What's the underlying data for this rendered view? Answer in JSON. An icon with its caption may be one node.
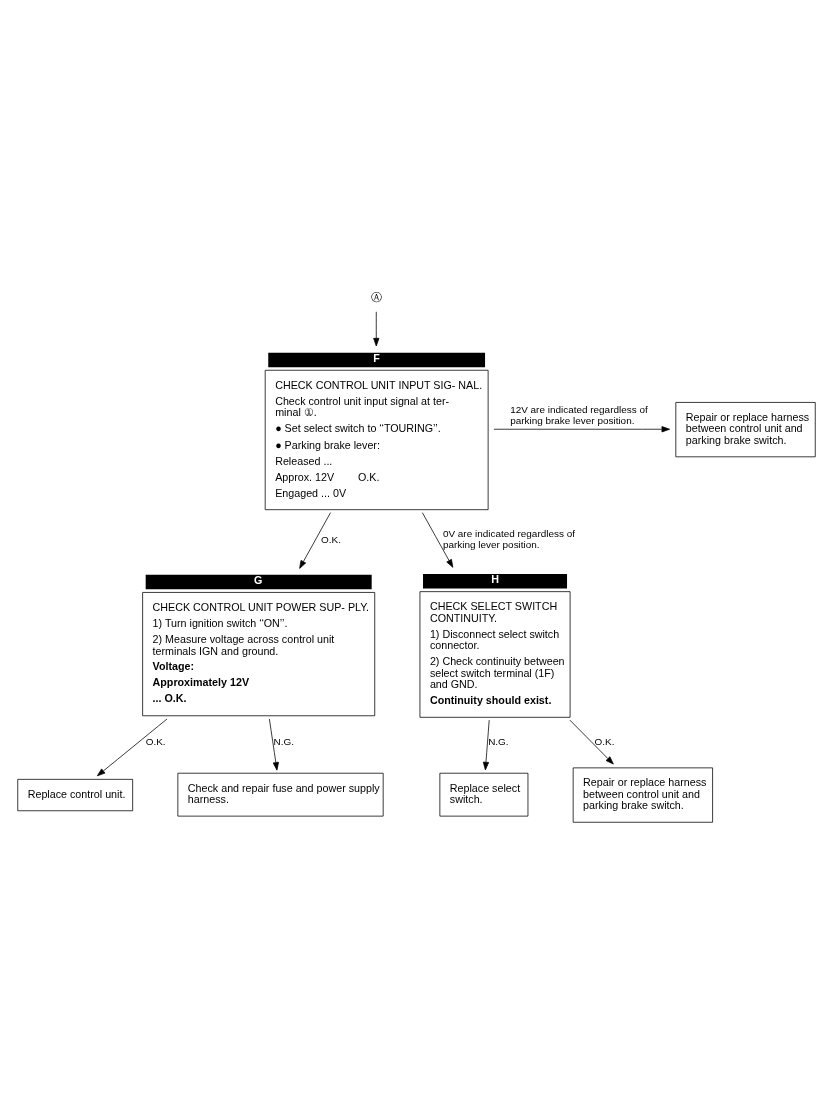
{
  "diagram": {
    "nodes": [
      {
        "text": [
          "Ⓐ"
        ]
      },
      {
        "text": [
          "F",
          "CHECK CONTROL UNIT INPUT SIG- NAL.",
          "Check control unit input signal at ter- minal ①.",
          "● Set select switch to ‘‘TOURING’’.",
          "● Parking brake lever:",
          "Released ...",
          "Approx. 12V        O.K.",
          "Engaged ... 0V"
        ]
      },
      {
        "text": [
          "Repair or replace harness between control unit and parking brake switch."
        ]
      },
      {
        "text": [
          "G",
          "CHECK CONTROL UNIT POWER SUP- PLY.",
          "1) Turn ignition switch ‘‘ON’’.",
          "2) Measure voltage across control unit terminals IGN and ground.",
          "**Voltage:**",
          "**Approximately 12V**",
          "**... O.K.**"
        ]
      },
      {
        "text": [
          "H",
          "CHECK SELECT SWITCH CONTINUITY.",
          "1) Disconnect select switch connector.",
          "2) Check continuity between select switch terminal (1F) and GND.",
          "**Continuity should exist.**"
        ]
      },
      {
        "text": [
          "Replace control unit."
        ]
      },
      {
        "text": [
          "Check and repair fuse and power supply harness."
        ]
      },
      {
        "text": [
          "Replace select switch."
        ]
      },
      {
        "text": [
          "Repair or replace harness between control unit and parking brake switch."
        ]
      }
    ],
    "edges": [
      {
        "from": 0,
        "to": 1,
        "arrow": "to"
      },
      {
        "from": 1,
        "to": 2,
        "arrow": "to",
        "label": "12V are indicated regardless of parking brake lever position."
      },
      {
        "from": 1,
        "to": 3,
        "arrow": "to",
        "label": "O.K."
      },
      {
        "from": 1,
        "to": 4,
        "arrow": "to",
        "label": "0V are indicated regardless of parking lever position."
      },
      {
        "from": 3,
        "to": 5,
        "arrow": "to",
        "label": "O.K."
      },
      {
        "from": 3,
        "to": 6,
        "arrow": "to",
        "label": "N.G."
      },
      {
        "from": 4,
        "to": 8,
        "arrow": "to",
        "label": "O.K."
      },
      {
        "from": 4,
        "to": 7,
        "arrow": "to",
        "label": "N.G."
      }
    ]
  }
}
